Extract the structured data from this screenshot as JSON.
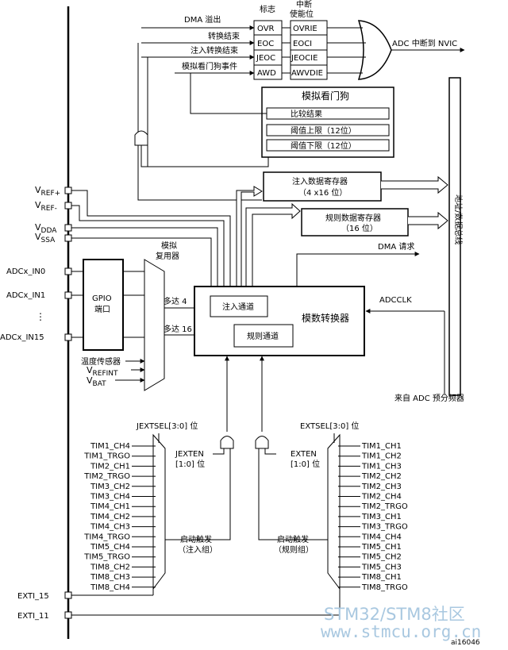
{
  "title_flags": "标志",
  "title_interrupt": "中断",
  "title_enable": "使能位",
  "flag_events": [
    "DMA 溢出",
    "转换结束",
    "注入转换结束",
    "模拟看门狗事件"
  ],
  "flags": [
    "OVR",
    "EOC",
    "JEOC",
    "AWD"
  ],
  "enables": [
    "OVRIE",
    "EOCI",
    "JEOCIE",
    "AWVDIE"
  ],
  "nvic_label": "ADC 中断到 NVIC",
  "watchdog": {
    "title": "模拟看门狗",
    "rows": [
      "比较结果",
      "阈值上限（12位）",
      "阈值下限（12位）"
    ]
  },
  "bus_label": "地址/数据总线",
  "inj_reg": {
    "line1": "注入数据寄存器",
    "line2": "（4 x16 位）"
  },
  "reg_reg": {
    "line1": "规则数据寄存器",
    "line2": "（16 位）"
  },
  "dma_req": "DMA 请求",
  "supply_pins": [
    {
      "main": "V",
      "sub": "REF+"
    },
    {
      "main": "V",
      "sub": "REF-"
    },
    {
      "main": "V",
      "sub": "DDA"
    },
    {
      "main": "V",
      "sub": "SSA"
    }
  ],
  "analog_mux": {
    "line1": "模拟",
    "line2": "复用器"
  },
  "inputs": [
    "ADCx_IN0",
    "ADCx_IN1",
    "ADCx_IN15"
  ],
  "dots": "⋮",
  "gpio": {
    "line1": "GPIO",
    "line2": "端口"
  },
  "upto4": "多达 4",
  "upto16": "多达 16",
  "inj_channel": "注入通道",
  "reg_channel": "规则通道",
  "converter": "模数转换器",
  "adcclk": "ADCCLK",
  "prescaler": "来自 ADC 预分频器",
  "temp_sensor": "温度传感器",
  "vrefint": {
    "main": "V",
    "sub": "REFINT"
  },
  "vbat": {
    "main": "V",
    "sub": "BAT"
  },
  "jextsel": "JEXTSEL[3:0] 位",
  "extsel": "EXTSEL[3:0] 位",
  "jexten": {
    "line1": "JEXTEN",
    "line2": "[1:0] 位"
  },
  "exten": {
    "line1": "EXTEN",
    "line2": "[1:0] 位"
  },
  "inj_triggers": [
    "TIM1_CH4",
    "TIM1_TRGO",
    "TIM2_CH1",
    "TIM2_TRGO",
    "TIM3_CH2",
    "TIM3_CH4",
    "TIM4_CH1",
    "TIM4_CH2",
    "TIM4_CH3",
    "TIM4_TRGO",
    "TIM5_CH4",
    "TIM5_TRGO",
    "TIM8_CH2",
    "TIM8_CH3",
    "TIM8_CH4"
  ],
  "reg_triggers": [
    "TIM1_CH1",
    "TIM1_CH2",
    "TIM1_CH3",
    "TIM2_CH2",
    "TIM2_CH3",
    "TIM2_CH4",
    "TIM2_TRGO",
    "TIM3_CH1",
    "TIM3_TRGO",
    "TIM4_CH4",
    "TIM5_CH1",
    "TIM5_CH2",
    "TIM5_CH3",
    "TIM8_CH1",
    "TIM8_TRGO"
  ],
  "inj_trig_label": {
    "line1": "启动触发",
    "line2": "（注入组）"
  },
  "reg_trig_label": {
    "line1": "启动触发",
    "line2": "（规则组）"
  },
  "exti15": "EXTI_15",
  "exti11": "EXTI_11",
  "figure_id": "ai16046",
  "watermark1": "STM32/STM8社区",
  "watermark2": "www.stmcu.org.cn"
}
